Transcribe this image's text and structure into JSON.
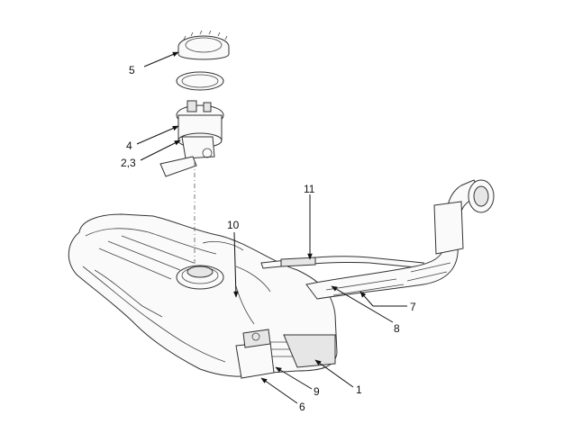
{
  "diagram": {
    "callouts": [
      {
        "id": "5",
        "label": "5"
      },
      {
        "id": "4",
        "label": "4"
      },
      {
        "id": "2-3",
        "label": "2,3"
      },
      {
        "id": "11",
        "label": "11"
      },
      {
        "id": "10",
        "label": "10"
      },
      {
        "id": "7",
        "label": "7"
      },
      {
        "id": "8",
        "label": "8"
      },
      {
        "id": "1",
        "label": "1"
      },
      {
        "id": "9",
        "label": "9"
      },
      {
        "id": "6",
        "label": "6"
      }
    ]
  }
}
